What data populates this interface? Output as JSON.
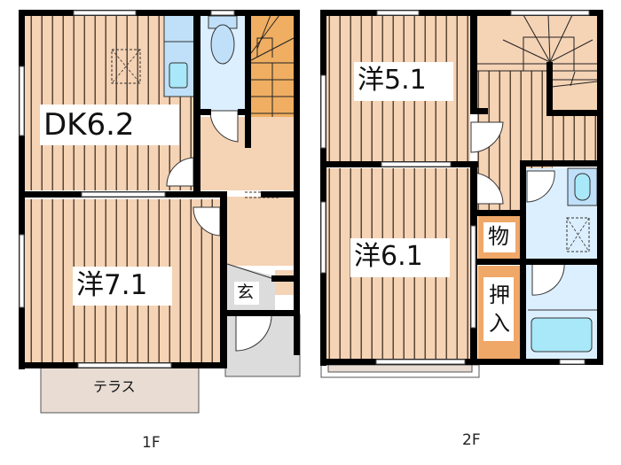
{
  "floors": [
    {
      "label": "1F",
      "rooms": [
        {
          "name": "dk",
          "label": "DK6.2"
        },
        {
          "name": "western-room",
          "label": "洋7.1"
        },
        {
          "name": "entrance",
          "label": "玄"
        },
        {
          "name": "terrace",
          "label": "テラス"
        }
      ]
    },
    {
      "label": "2F",
      "rooms": [
        {
          "name": "western-room-1",
          "label": "洋5.1"
        },
        {
          "name": "western-room-2",
          "label": "洋6.1"
        },
        {
          "name": "storage",
          "label": "物"
        },
        {
          "name": "closet",
          "label": "押入"
        }
      ]
    }
  ],
  "colors": {
    "floor_wood": "#f5d3b5",
    "wall": "#000000",
    "wet_area": "#dcefff",
    "fixture": "#a8e8f8",
    "stairs_1f": "#efae62",
    "closet": "#f0a868",
    "entrance": "#dcdcdc",
    "terrace": "#e8dcd3"
  }
}
